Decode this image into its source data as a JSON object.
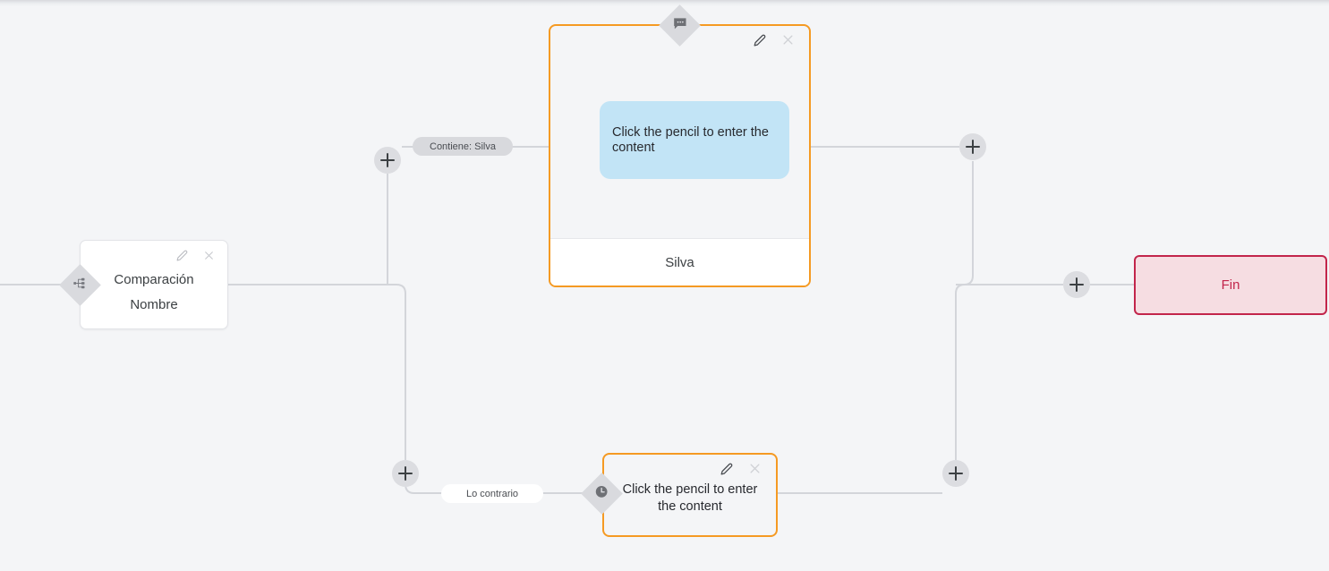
{
  "canvas": {
    "background": "#f4f5f7",
    "connector_color": "#d3d5da"
  },
  "nodes": {
    "comparison": {
      "badge_icon": "sitemap-icon",
      "title": "Comparación",
      "subtitle": "Nombre",
      "edit_icon": "pencil-icon",
      "close_icon": "close-icon"
    },
    "message_card": {
      "badge_icon": "speech-bubble-icon",
      "edit_icon": "pencil-icon",
      "close_icon": "close-icon",
      "bubble_text": "Click the pencil to enter the content",
      "footer_label": "Silva",
      "bubble_color": "#c2e4f6",
      "border_color": "#f59a23"
    },
    "delay_card": {
      "badge_icon": "clock-icon",
      "edit_icon": "pencil-icon",
      "close_icon": "close-icon",
      "body_text": "Click the pencil to enter the content",
      "border_color": "#f59a23"
    },
    "end_node": {
      "label": "Fin",
      "border_color": "#c2254b",
      "fill_color": "#f6dde2"
    }
  },
  "edge_labels": {
    "branch_true": "Contiene: Silva",
    "branch_false": "Lo contrario"
  },
  "add_buttons": [
    {
      "name": "add-node-top-left",
      "icon": "plus-icon"
    },
    {
      "name": "add-node-bottom-left",
      "icon": "plus-icon"
    },
    {
      "name": "add-node-top-right",
      "icon": "plus-icon"
    },
    {
      "name": "add-node-bottom-right",
      "icon": "plus-icon"
    },
    {
      "name": "add-node-before-end",
      "icon": "plus-icon"
    }
  ]
}
